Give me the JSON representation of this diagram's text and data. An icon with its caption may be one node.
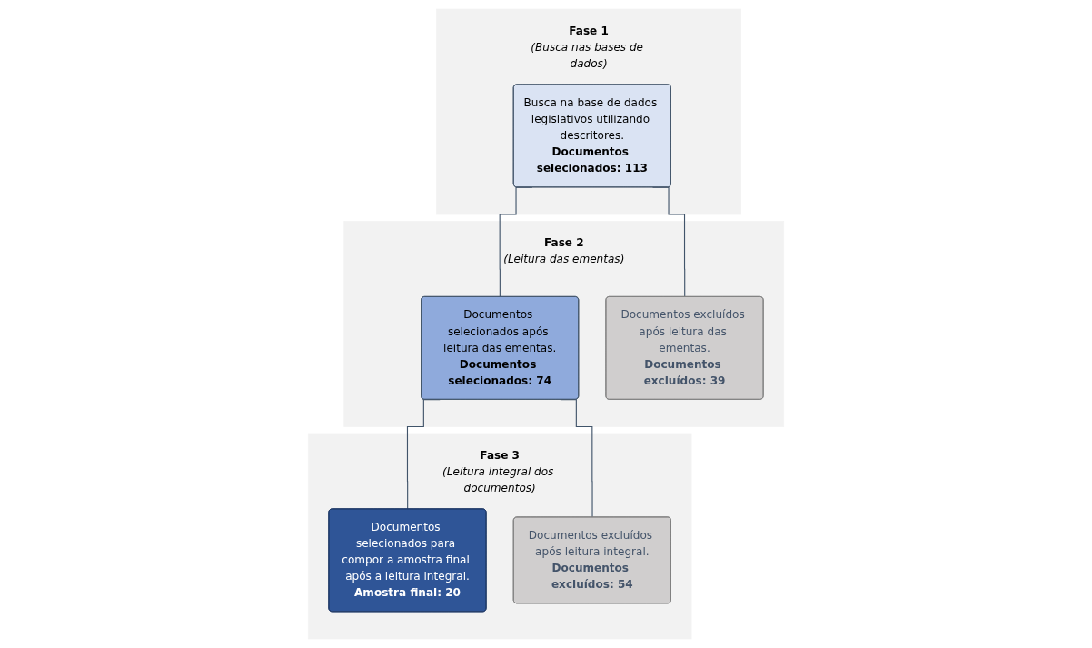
{
  "diagram": {
    "nodes": [
      {
        "text": [
          "Fase 1",
          "(Busca nas bases de dados)"
        ]
      },
      {
        "text": [
          "Busca na base de dados legislativos utilizando descritores.",
          "Documentos selecionados: 113"
        ],
        "in": 0
      },
      {
        "text": [
          "Fase 2",
          "(Leitura das ementas)"
        ]
      },
      {
        "text": [
          "Documentos selecionados após leitura das ementas.",
          "Documentos selecionados: 74"
        ],
        "in": 2
      },
      {
        "text": [
          "Documentos excluídos após leitura das ementas.",
          "Documentos excluídos: 39"
        ],
        "in": 2
      },
      {
        "text": [
          "Fase 3",
          "(Leitura integral dos documentos)"
        ]
      },
      {
        "text": [
          "Documentos selecionados para compor a amostra final após a leitura integral.",
          "Amostra final: 20"
        ],
        "in": 5
      },
      {
        "text": [
          "Documentos excluídos após leitura integral.",
          "Documentos excluídos: 54"
        ],
        "in": 5
      }
    ],
    "edges": [
      {
        "from": 1,
        "to": 3,
        "arrow": "none"
      },
      {
        "from": 1,
        "to": 4,
        "arrow": "none"
      },
      {
        "from": 3,
        "to": 6,
        "arrow": "none"
      },
      {
        "from": 3,
        "to": 7,
        "arrow": "none"
      }
    ]
  }
}
